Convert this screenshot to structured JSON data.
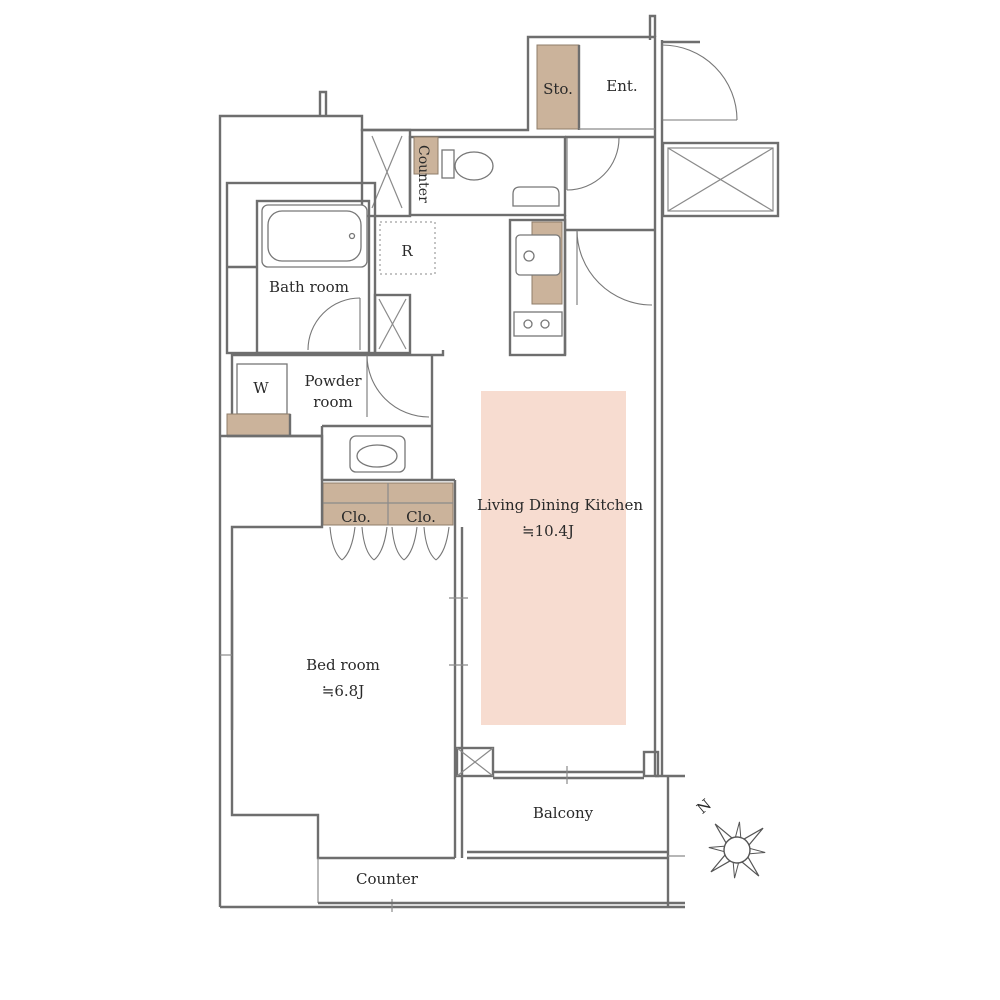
{
  "rooms": {
    "storage": "Sto.",
    "entrance": "Ent.",
    "counter_top": "Counter",
    "refrigerator": "R",
    "bath": "Bath room",
    "washer": "W",
    "powder_line1": "Powder",
    "powder_line2": "room",
    "closet_1": "Clo.",
    "closet_2": "Clo.",
    "ldk_name": "Living Dining Kitchen",
    "ldk_size": "≒10.4J",
    "bed_name": "Bed room",
    "bed_size": "≒6.8J",
    "balcony": "Balcony",
    "counter_bottom": "Counter"
  },
  "compass": {
    "label": "N"
  },
  "colors": {
    "ldk_highlight": "#f7dcd0",
    "storage_fill": "#cbb39b",
    "wall": "#6e6e6e"
  }
}
